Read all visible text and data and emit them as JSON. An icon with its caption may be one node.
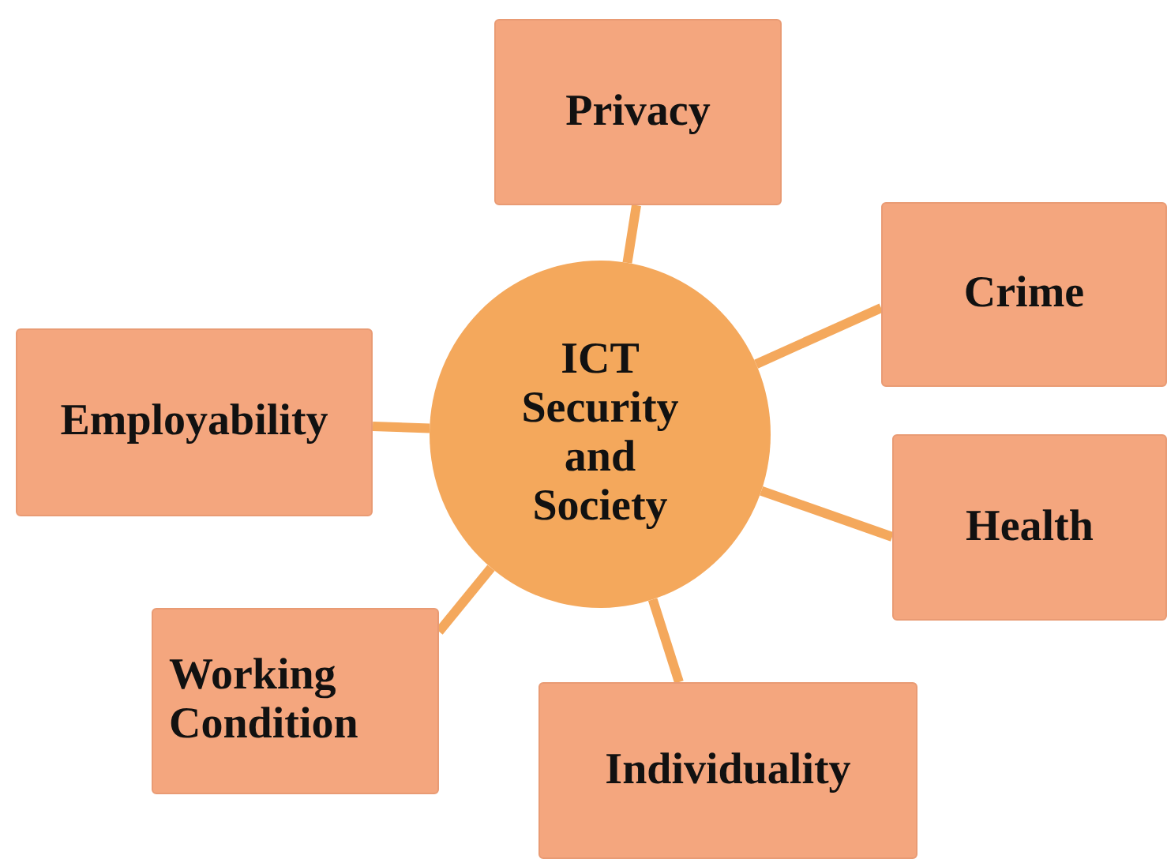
{
  "diagram": {
    "nodes": [
      {
        "text": [
          "Privacy"
        ]
      },
      {
        "text": [
          "Crime"
        ]
      },
      {
        "text": [
          "Employability"
        ]
      },
      {
        "text": [
          "ICT Security and Society"
        ]
      },
      {
        "text": [
          "Health"
        ]
      },
      {
        "text": [
          "Working Condition"
        ]
      },
      {
        "text": [
          "Individuality"
        ]
      }
    ],
    "edges": [
      {
        "from": 3,
        "to": 0,
        "arrow": "none"
      },
      {
        "from": 3,
        "to": 1,
        "arrow": "none"
      },
      {
        "from": 3,
        "to": 2,
        "arrow": "none"
      },
      {
        "from": 3,
        "to": 4,
        "arrow": "none"
      },
      {
        "from": 3,
        "to": 5,
        "arrow": "none"
      },
      {
        "from": 3,
        "to": 6,
        "arrow": "none"
      }
    ]
  }
}
